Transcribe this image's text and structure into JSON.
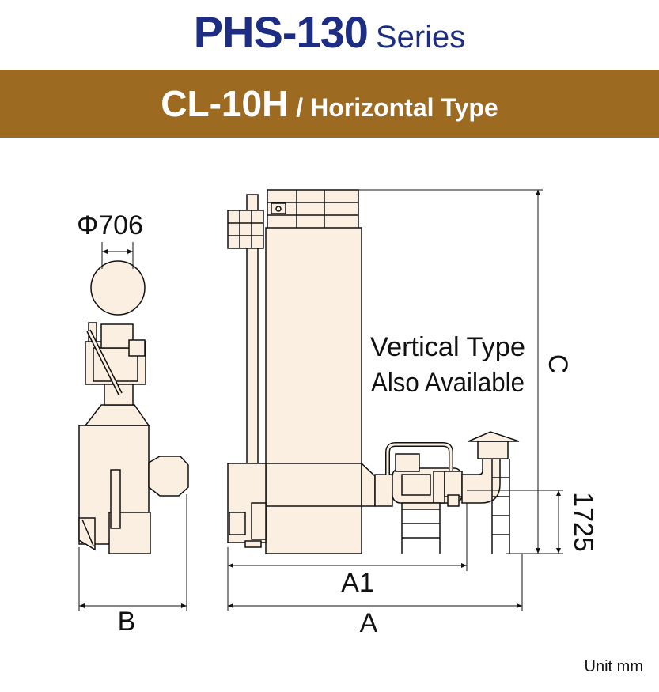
{
  "header": {
    "model": "PHS-130",
    "series_word": "Series",
    "product_code": "CL-10H",
    "product_type": "/ Horizontal Type"
  },
  "drawing": {
    "dim_diameter": "Φ706",
    "dim_b": "B",
    "dim_a1": "A1",
    "dim_a": "A",
    "dim_c": "C",
    "dim_height": "1725",
    "note_line1": "Vertical Type",
    "note_line2": "Also Available"
  },
  "footer": {
    "unit": "Unit mm"
  },
  "colors": {
    "title": "#1c2d83",
    "band": "#9d6a22",
    "body_fill": "#fbefe2",
    "line": "#111111"
  }
}
